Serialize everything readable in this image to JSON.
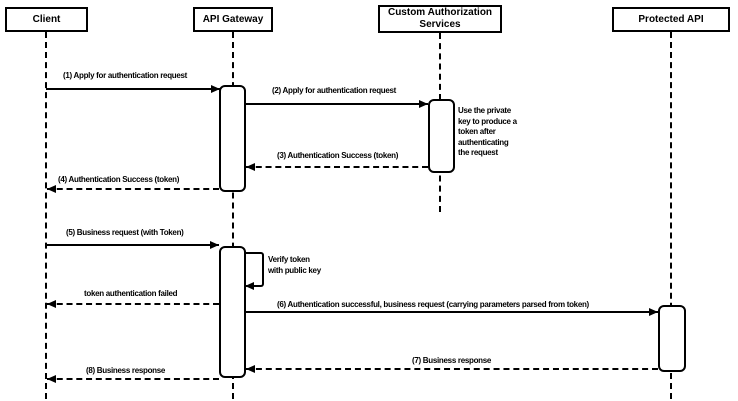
{
  "colors": {
    "stroke": "#000000",
    "fill": "#ffffff",
    "text": "#000000"
  },
  "participants": [
    {
      "id": "client",
      "label": "Client"
    },
    {
      "id": "api-gateway",
      "label": "API Gateway"
    },
    {
      "id": "custom-authorization-services",
      "label": "Custom Authorization\nServices"
    },
    {
      "id": "protected-api",
      "label": "Protected API"
    }
  ],
  "messages": [
    {
      "num": 1,
      "label": "(1) Apply for authentication request",
      "from": "Client",
      "to": "API Gateway",
      "line": "solid"
    },
    {
      "num": 2,
      "label": "(2) Apply for authentication request",
      "from": "API Gateway",
      "to": "Custom Authorization Services",
      "line": "solid"
    },
    {
      "num": 3,
      "label": "(3) Authentication Success (token)",
      "from": "Custom Authorization Services",
      "to": "API Gateway",
      "line": "dashed"
    },
    {
      "num": 4,
      "label": "(4) Authentication Success (token)",
      "from": "API Gateway",
      "to": "Client",
      "line": "dashed"
    },
    {
      "num": 5,
      "label": "(5) Business request (with Token)",
      "from": "Client",
      "to": "API Gateway",
      "line": "solid"
    },
    {
      "num": null,
      "label": "token authentication failed",
      "from": "API Gateway",
      "to": "Client",
      "line": "dashed"
    },
    {
      "num": 6,
      "label": "(6) Authentication successful, business request (carrying parameters parsed from token)",
      "from": "API Gateway",
      "to": "Protected API",
      "line": "solid"
    },
    {
      "num": 7,
      "label": "(7) Business response",
      "from": "Protected API",
      "to": "API Gateway",
      "line": "dashed"
    },
    {
      "num": 8,
      "label": "(8) Business response",
      "from": "API Gateway",
      "to": "Client",
      "line": "dashed"
    }
  ],
  "self_message": {
    "label": "Verify token\nwith public key",
    "on": "API Gateway"
  },
  "note": {
    "text": "Use the private\nkey to produce a\ntoken after\nauthenticating\nthe request",
    "near": "Custom Authorization Services"
  }
}
